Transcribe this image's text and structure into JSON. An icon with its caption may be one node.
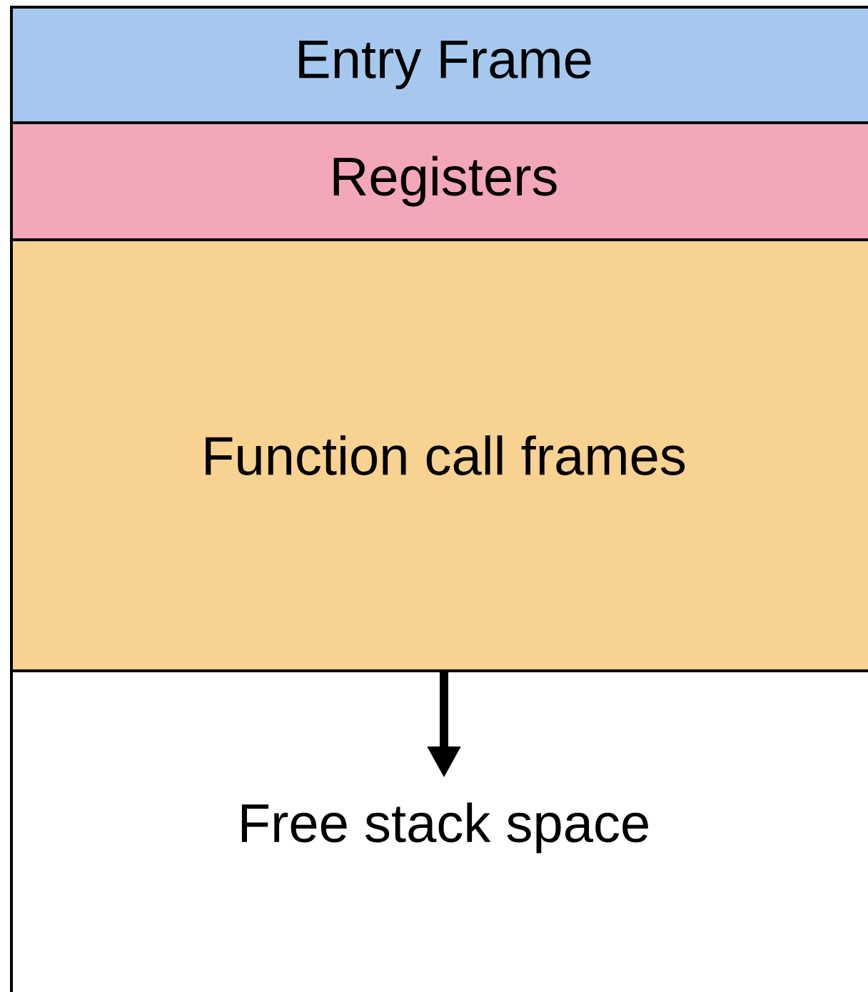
{
  "diagram": {
    "nodes": [
      {
        "text": [
          "Entry Frame"
        ]
      },
      {
        "text": [
          "Registers"
        ]
      },
      {
        "text": [
          "Function call frames"
        ]
      },
      {
        "text": [
          "Free stack space"
        ]
      }
    ]
  }
}
